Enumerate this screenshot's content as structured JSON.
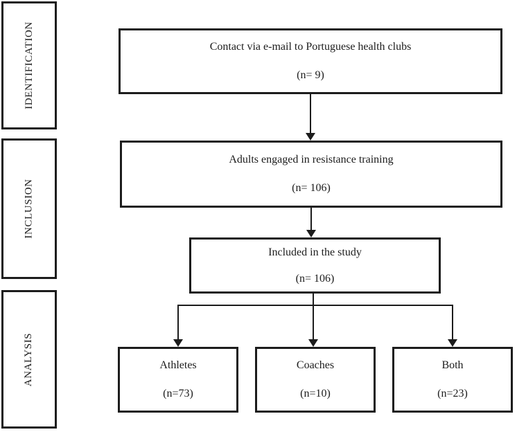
{
  "figure": {
    "stages": [
      {
        "label": "IDENTIFICATION"
      },
      {
        "label": "INCLUSION"
      },
      {
        "label": "ANALYSIS"
      }
    ],
    "nodes": {
      "contact": {
        "title": "Contact via e-mail to Portuguese health clubs",
        "count": "(n= 9)"
      },
      "adults": {
        "title": "Adults engaged in resistance training",
        "count": "(n= 106)"
      },
      "included": {
        "title": "Included in the study",
        "count": "(n= 106)"
      },
      "athletes": {
        "title": "Athletes",
        "count": "(n=73)"
      },
      "coaches": {
        "title": "Coaches",
        "count": "(n=10)"
      },
      "both": {
        "title": "Both",
        "count": "(n=23)"
      }
    },
    "colors": {
      "line": "#1c1c1c",
      "background": "#ffffff",
      "text": "#1c1c1c"
    }
  }
}
